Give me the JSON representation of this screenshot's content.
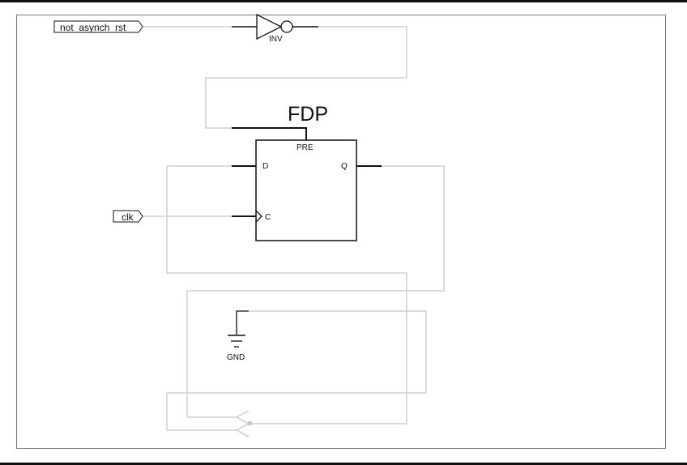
{
  "ports": {
    "reset": "not_asynch_rst",
    "clock": "clk"
  },
  "inverter": {
    "ref": "INV"
  },
  "flipflop": {
    "type": "FDP",
    "pins": {
      "preset": "PRE",
      "data": "D",
      "clock": "C",
      "output": "Q"
    }
  },
  "ground": {
    "label": "GND"
  },
  "colors": {
    "wire": "#c8c8c8",
    "active_wire": "#111111",
    "frame": "#7a7a7a"
  }
}
